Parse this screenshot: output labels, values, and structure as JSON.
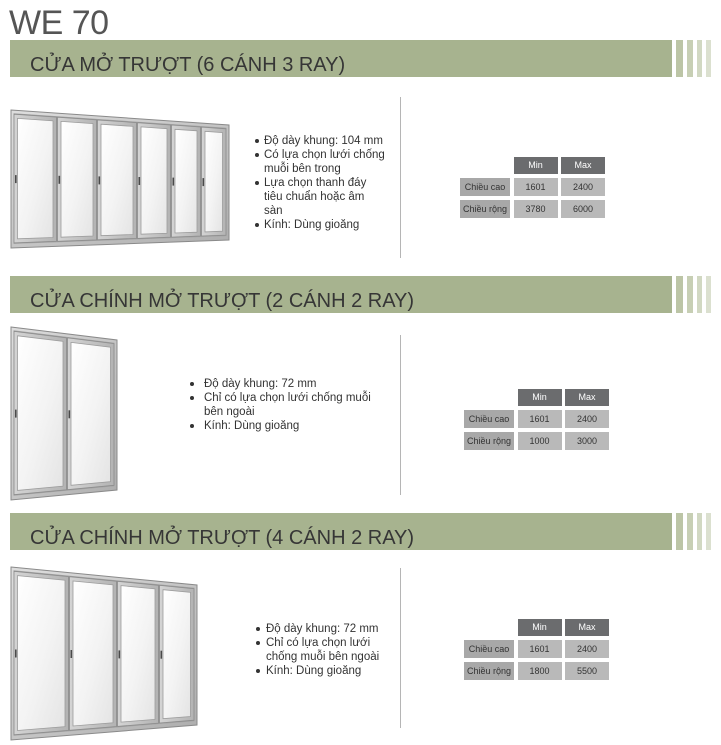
{
  "title": "WE 70",
  "colors": {
    "header_bar": "#a7b38f",
    "header_stripes": [
      "#bcc5a6",
      "#c7cfb4",
      "#d1d8c2",
      "#dbe0cf"
    ],
    "table_header": "#6b6c6e",
    "table_row_label": "#a8a8a8",
    "table_cell": "#b9b9b9"
  },
  "sections": [
    {
      "heading": "CỬA MỞ TRƯỢT (6 CÁNH 3 RAY)",
      "features": [
        "Độ dày khung: 104 mm",
        "Có lựa chọn lưới chống\nmuỗi bên trong",
        "Lựa chọn thanh đáy\ntiêu chuẩn hoặc âm\nsàn",
        "Kính: Dùng gioăng"
      ],
      "spec_table": {
        "columns": [
          "Min",
          "Max"
        ],
        "rows": [
          {
            "label": "Chiều cao",
            "min": 1601,
            "max": 2400
          },
          {
            "label": "Chiều rộng",
            "min": 3780,
            "max": 6000
          }
        ]
      }
    },
    {
      "heading": "CỬA CHÍNH MỞ TRƯỢT (2 CÁNH 2 RAY)",
      "features": [
        "Độ dày khung: 72 mm",
        "Chỉ có lựa chọn lưới chống muỗi\nbên ngoài",
        "Kính: Dùng gioăng"
      ],
      "spec_table": {
        "columns": [
          "Min",
          "Max"
        ],
        "rows": [
          {
            "label": "Chiều cao",
            "min": 1601,
            "max": 2400
          },
          {
            "label": "Chiều rộng",
            "min": 1000,
            "max": 3000
          }
        ]
      }
    },
    {
      "heading": "CỬA CHÍNH MỞ TRƯỢT (4 CÁNH 2 RAY)",
      "features": [
        "Độ dày khung: 72 mm",
        "Chỉ có lựa chọn lưới\nchống muỗi bên ngoài",
        "Kính: Dùng gioăng"
      ],
      "spec_table": {
        "columns": [
          "Min",
          "Max"
        ],
        "rows": [
          {
            "label": "Chiều cao",
            "min": 1601,
            "max": 2400
          },
          {
            "label": "Chiều rộng",
            "min": 1800,
            "max": 5500
          }
        ]
      }
    }
  ]
}
